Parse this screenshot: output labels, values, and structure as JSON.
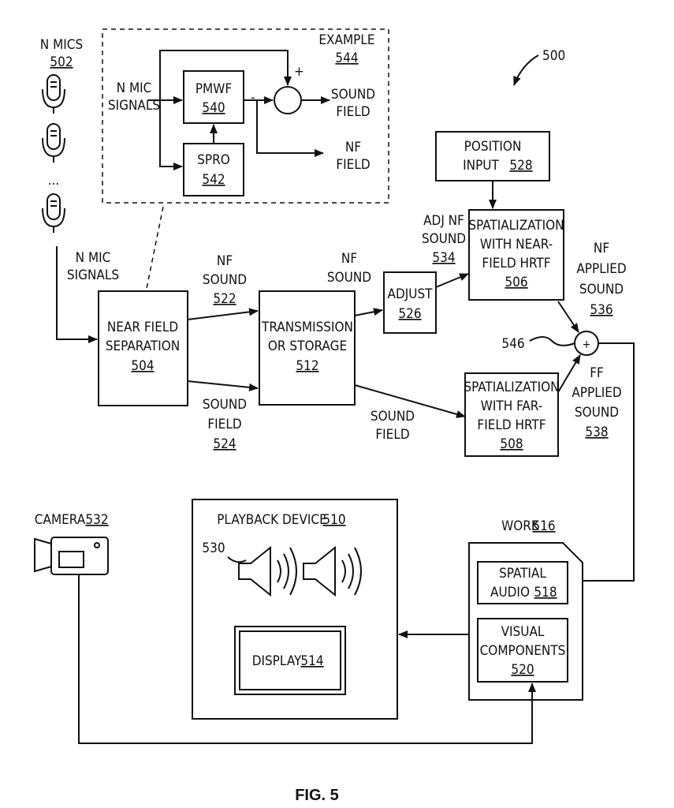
{
  "figure": {
    "ref": "500",
    "caption": "FIG. 5",
    "mics": {
      "title": "N MICS",
      "ref": "502",
      "ellipsis": "..."
    },
    "mic_signals_label": [
      "N MIC",
      "SIGNALS"
    ],
    "example": {
      "title": "EXAMPLE",
      "ref": "544",
      "input_label": [
        "N MIC",
        "SIGNALS"
      ],
      "pmwf": {
        "label": "PMWF",
        "ref": "540"
      },
      "spro": {
        "label": "SPRO",
        "ref": "542"
      },
      "plus": "+",
      "minus": "-",
      "sound_field_out": [
        "SOUND",
        "FIELD"
      ],
      "nf_field_out": [
        "NF",
        "FIELD"
      ]
    },
    "near_field_separation": {
      "lines": [
        "NEAR FIELD",
        "SEPARATION"
      ],
      "ref": "504"
    },
    "nf_sound_522": {
      "lines": [
        "NF",
        "SOUND"
      ],
      "ref": "522"
    },
    "sound_field_524": {
      "lines": [
        "SOUND",
        "FIELD"
      ],
      "ref": "524"
    },
    "transmission": {
      "lines": [
        "TRANSMISSION",
        "OR STORAGE"
      ],
      "ref": "512"
    },
    "nf_sound_label": [
      "NF",
      "SOUND"
    ],
    "sound_field_label": [
      "SOUND",
      "FIELD"
    ],
    "adjust": {
      "label": "ADJUST",
      "ref": "526"
    },
    "adj_nf_sound": {
      "lines": [
        "ADJ NF",
        "SOUND"
      ],
      "ref": "534"
    },
    "position_input": {
      "lines": [
        "POSITION",
        "INPUT"
      ],
      "ref": "528"
    },
    "spatial_near": {
      "lines": [
        "SPATIALIZATION",
        "WITH NEAR-",
        "FIELD HRTF"
      ],
      "ref": "506"
    },
    "spatial_far": {
      "lines": [
        "SPATIALIZATION",
        "WITH FAR-",
        "FIELD HRTF"
      ],
      "ref": "508"
    },
    "nf_applied": {
      "lines": [
        "NF",
        "APPLIED",
        "SOUND"
      ],
      "ref": "536"
    },
    "ff_applied": {
      "lines": [
        "FF",
        "APPLIED",
        "SOUND"
      ],
      "ref": "538"
    },
    "summer": {
      "symbol": "+",
      "ref": "546"
    },
    "work": {
      "label": "WORK",
      "ref": "516"
    },
    "spatial_audio": {
      "lines": [
        "SPATIAL",
        "AUDIO"
      ],
      "ref": "518"
    },
    "visual_components": {
      "lines": [
        "VISUAL",
        "COMPONENTS"
      ],
      "ref": "520"
    },
    "playback": {
      "label": "PLAYBACK DEVICE",
      "ref": "510",
      "speaker_ref": "530"
    },
    "display": {
      "label": "DISPLAY",
      "ref": "514"
    },
    "camera": {
      "label": "CAMERA",
      "ref": "532"
    }
  }
}
